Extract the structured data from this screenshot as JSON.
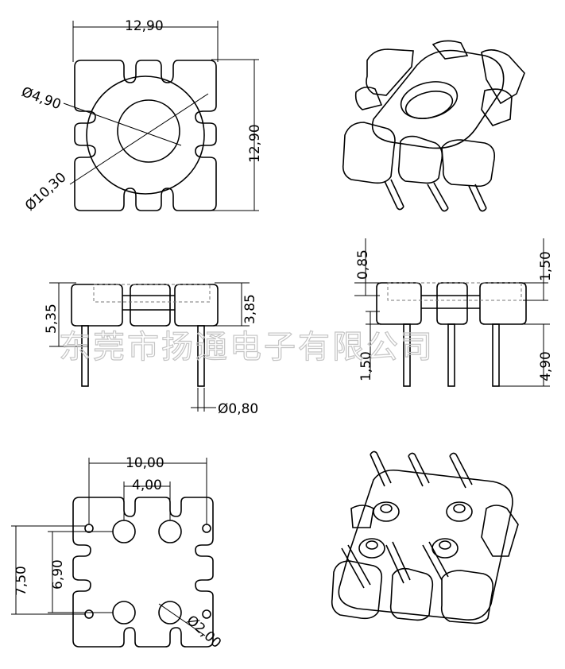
{
  "dimensions": {
    "top_width": "12,90",
    "top_height": "12,90",
    "inner_dia": "Ø4,90",
    "outer_dia": "Ø10,30",
    "side_height": "5,35",
    "side_body": "3,85",
    "pin_dia": "Ø0,80",
    "flange": "0,85",
    "top_gap": "1,50",
    "pin_offset": "1,50",
    "pin_length": "4,90",
    "pin_span": "10,00",
    "pin_inner": "4,00",
    "row_outer": "7,50",
    "row_inner": "6,90",
    "hole_dia": "Ø2,00"
  },
  "watermark": "东莞市扬通电子有限公司"
}
